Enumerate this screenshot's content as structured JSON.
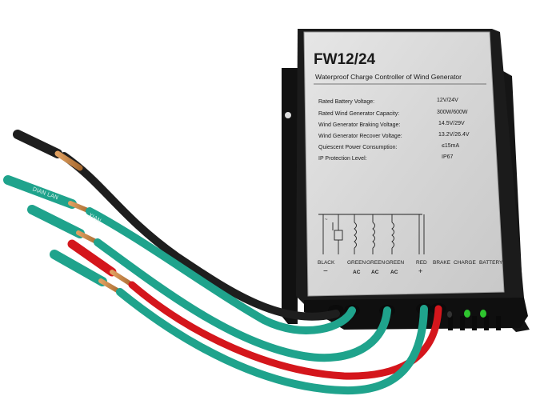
{
  "label": {
    "model": "FW12/24",
    "subtitle": "Waterproof Charge Controller of Wind Generator",
    "specs": [
      {
        "name": "Rated Battery Voltage:",
        "value": "12V/24V"
      },
      {
        "name": "Rated Wind Generator Capacity:",
        "value": "300W/600W"
      },
      {
        "name": "Wind Generator Braking Voltage:",
        "value": "14.5V/29V"
      },
      {
        "name": "Wind Generator Recover Voltage:",
        "value": "13.2V/26.4V"
      },
      {
        "name": "Quiescent Power Consumption:",
        "value": "≤15mA"
      },
      {
        "name": "IP Protection Level:",
        "value": "IP67"
      }
    ],
    "terminals": {
      "black": "BLACK",
      "black_sign": "−",
      "green1": "GREEN",
      "green1_sub": "AC",
      "green2": "GREEN",
      "green2_sub": "AC",
      "green3": "GREEN",
      "green3_sub": "AC",
      "red": "RED",
      "red_sign": "+",
      "brake": "BRAKE",
      "charge": "CHARGE",
      "battery": "BATTERY"
    }
  },
  "cable_print": {
    "cable1": "DIAN LAN",
    "cable2": "XIAN"
  },
  "colors": {
    "housing": "#1b1b1b",
    "label_plate": "#d9d9d9",
    "wire_black": "#1e1e1e",
    "wire_green": "#1fa38c",
    "wire_red": "#d4161c",
    "copper": "#c98a4a",
    "led_green": "#2ec52e"
  }
}
